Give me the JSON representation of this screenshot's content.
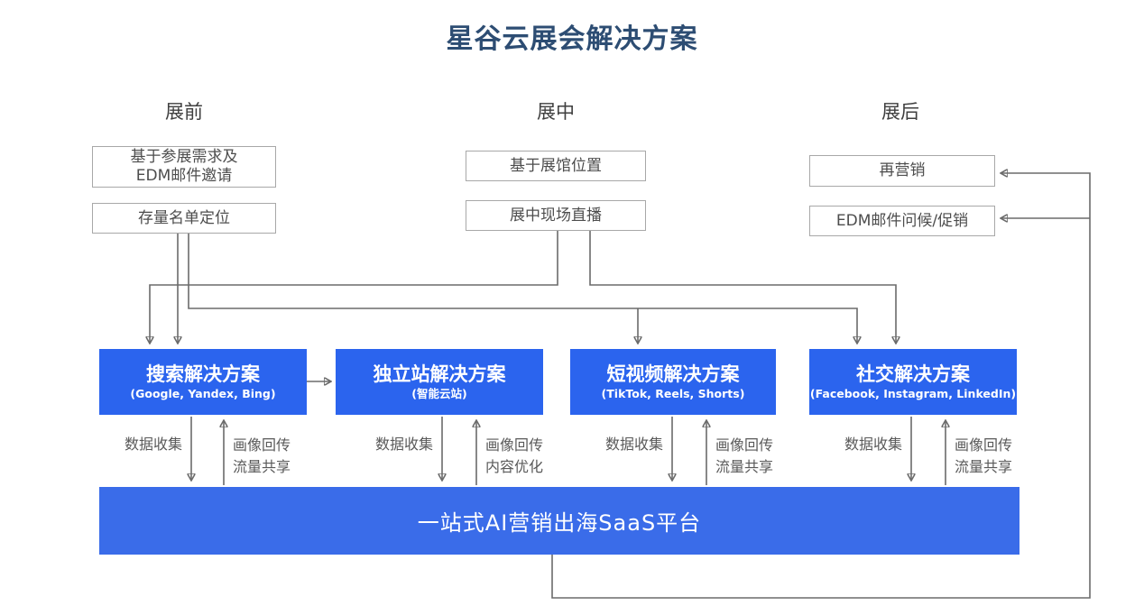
{
  "title": "星谷云展会解决方案",
  "colors": {
    "title_navy": "#2d4d73",
    "solution_blue": "#2b64ee",
    "platform_blue": "#3a6ce9",
    "connector_gray": "#6b6b6b",
    "box_border_gray": "#a8a8a8",
    "box_text_gray": "#4d4d4d"
  },
  "columns": {
    "pre": {
      "header": "展前",
      "box1": [
        "基于参展需求及",
        "EDM邮件邀请"
      ],
      "box2": "存量名单定位"
    },
    "mid": {
      "header": "展中",
      "box1": "基于展馆位置",
      "box2": "展中现场直播"
    },
    "post": {
      "header": "展后",
      "box1": "再营销",
      "box2": "EDM邮件问候/促销"
    }
  },
  "solutions": [
    {
      "title": "搜索解决方案",
      "subtitle": "(Google, Yandex, Bing)"
    },
    {
      "title": "独立站解决方案",
      "subtitle": "(智能云站)"
    },
    {
      "title": "短视频解决方案",
      "subtitle": "(TikTok, Reels, Shorts)"
    },
    {
      "title": "社交解决方案",
      "subtitle": "(Facebook, Instagram, LinkedIn)"
    }
  ],
  "flow_labels": [
    {
      "down": "数据收集",
      "up_line1": "画像回传",
      "up_line2": "流量共享"
    },
    {
      "down": "数据收集",
      "up_line1": "画像回传",
      "up_line2": "内容优化"
    },
    {
      "down": "数据收集",
      "up_line1": "画像回传",
      "up_line2": "流量共享"
    },
    {
      "down": "数据收集",
      "up_line1": "画像回传",
      "up_line2": "流量共享"
    }
  ],
  "platform_bar": "一站式AI营销出海SaaS平台"
}
